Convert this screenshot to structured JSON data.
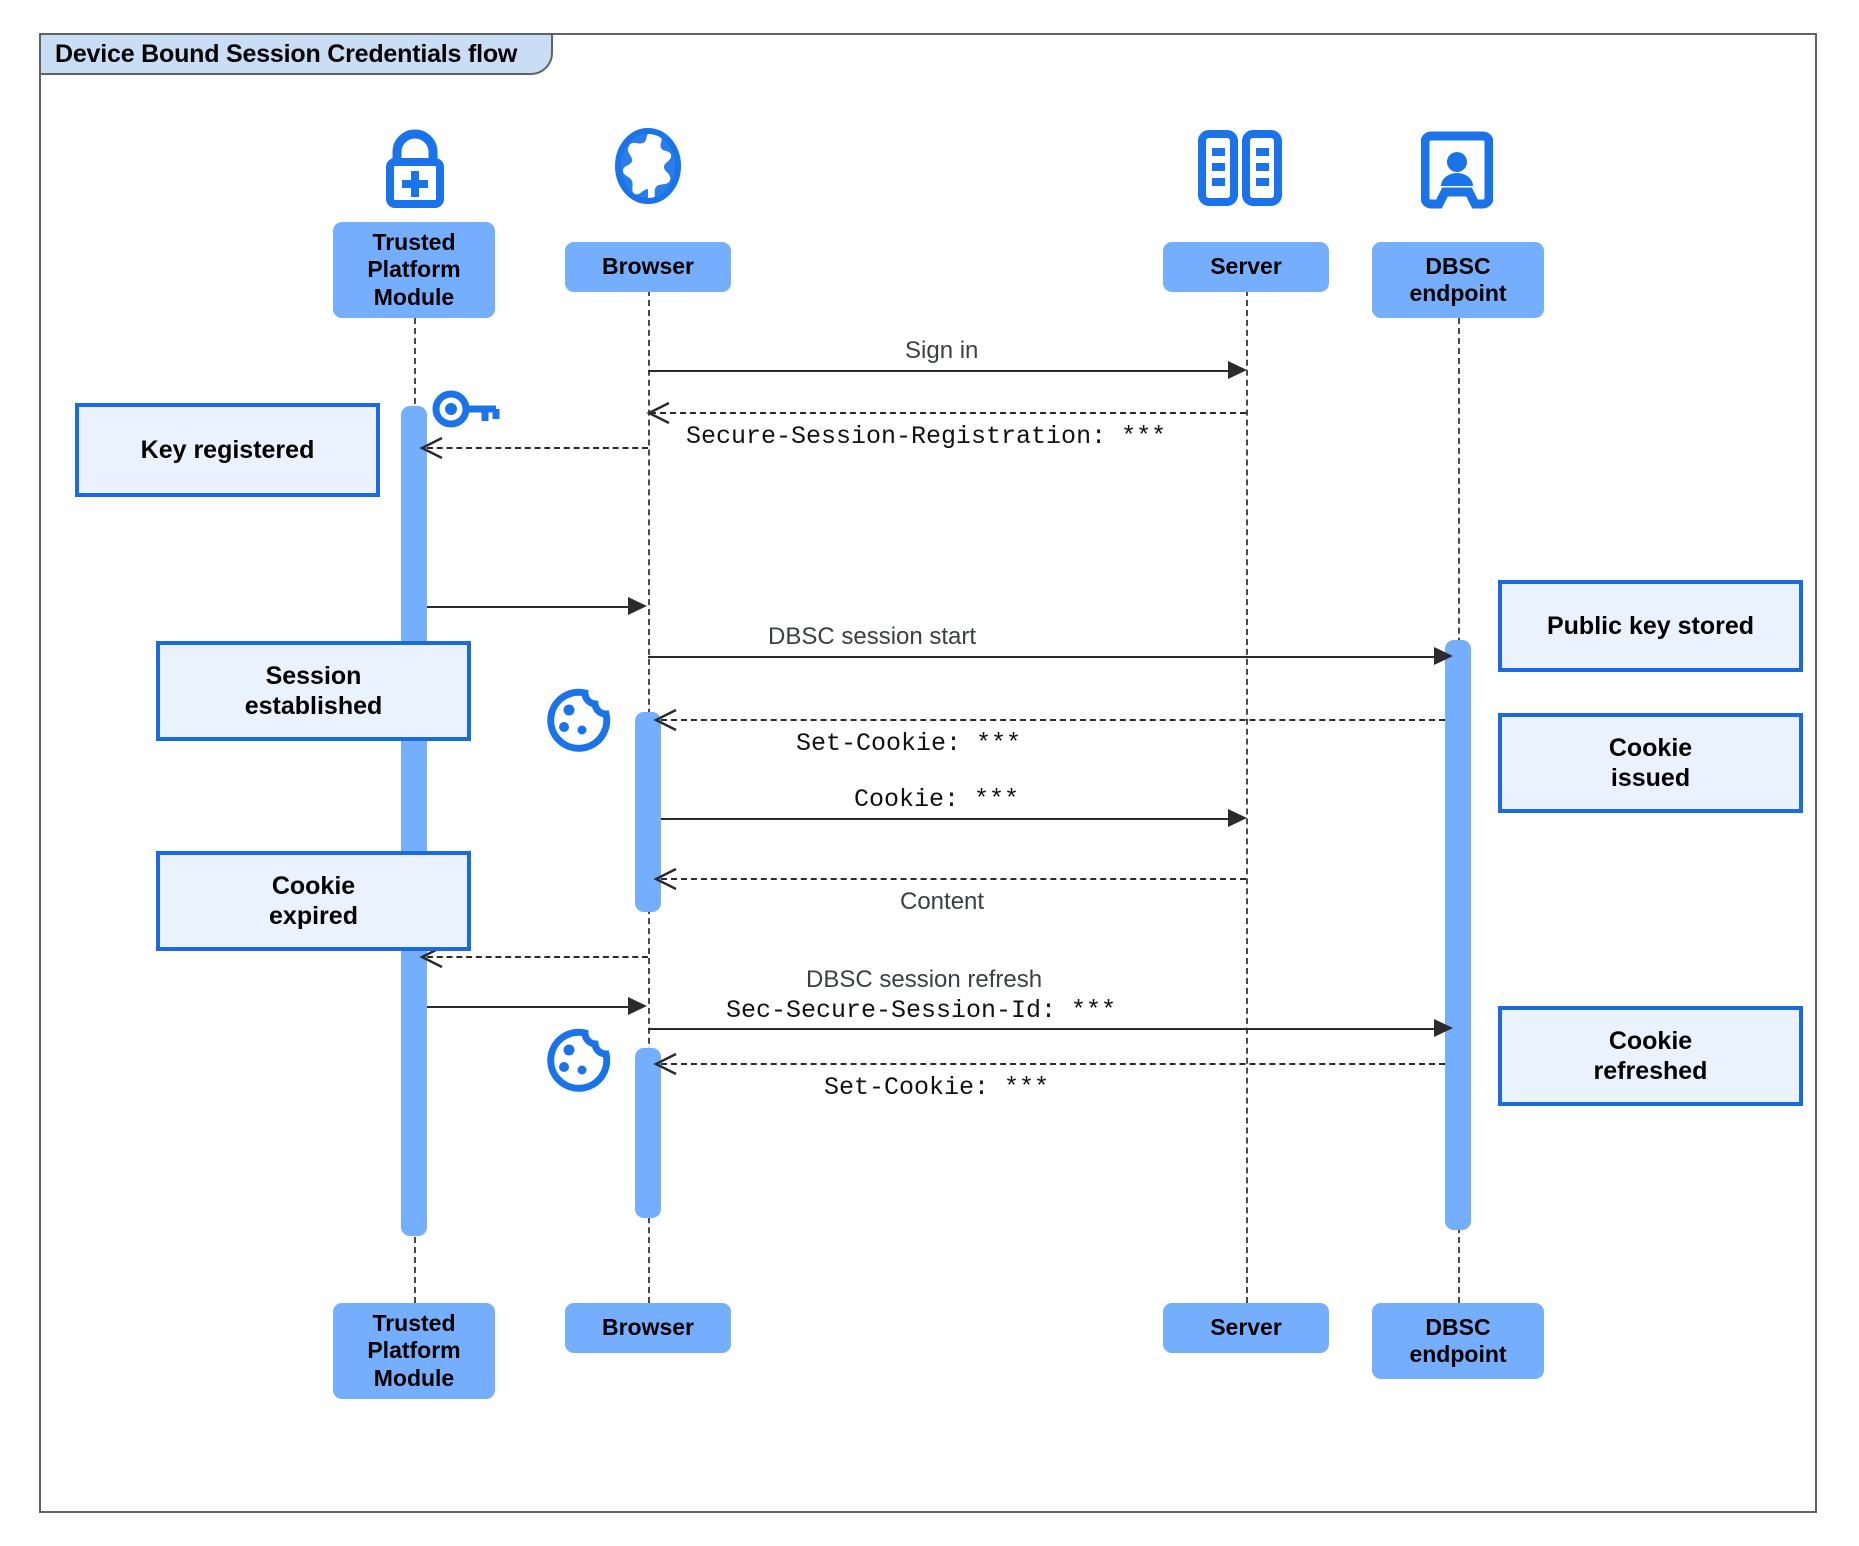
{
  "diagram": {
    "title": "Device Bound Session Credentials flow",
    "type": "uml-sequence-diagram",
    "colors": {
      "participant_fill": "#74aefc",
      "note_fill": "#eaf2fd",
      "note_border": "#1b6ae0",
      "icon_blue": "#1a73e8",
      "title_tab_fill": "#c9ddf5",
      "frame_border": "#5f6368",
      "line": "#2b2b2b"
    }
  },
  "participants": [
    {
      "id": "tpm",
      "label": "Trusted\nPlatform\nModule",
      "icon": "padlock-plus-icon"
    },
    {
      "id": "browser",
      "label": "Browser",
      "icon": "globe-icon"
    },
    {
      "id": "server",
      "label": "Server",
      "icon": "server-rack-icon"
    },
    {
      "id": "dbsc",
      "label": "DBSC\nendpoint",
      "icon": "id-badge-person-icon"
    }
  ],
  "participants_footer": [
    {
      "id": "tpm",
      "label": "Trusted\nPlatform\nModule"
    },
    {
      "id": "browser",
      "label": "Browser"
    },
    {
      "id": "server",
      "label": "Server"
    },
    {
      "id": "dbsc",
      "label": "DBSC\nendpoint"
    }
  ],
  "messages": [
    {
      "id": "m1",
      "from": "browser",
      "to": "server",
      "label": "Sign in",
      "style": "solid",
      "font": "sans"
    },
    {
      "id": "m2",
      "from": "server",
      "to": "browser",
      "label": "Secure-Session-Registration: ***",
      "style": "dashed",
      "font": "mono"
    },
    {
      "id": "m3",
      "from": "browser",
      "to": "tpm",
      "label": "",
      "style": "dashed",
      "font": "sans"
    },
    {
      "id": "m4",
      "from": "tpm",
      "to": "browser",
      "label": "",
      "style": "solid",
      "font": "sans"
    },
    {
      "id": "m5",
      "from": "browser",
      "to": "dbsc",
      "label": "DBSC session start",
      "style": "solid",
      "font": "sans"
    },
    {
      "id": "m6",
      "from": "dbsc",
      "to": "browser",
      "label": "Set-Cookie: ***",
      "style": "dashed",
      "font": "mono"
    },
    {
      "id": "m7",
      "from": "browser",
      "to": "server",
      "label": "Cookie: ***",
      "style": "solid",
      "font": "mono"
    },
    {
      "id": "m8",
      "from": "server",
      "to": "browser",
      "label": "Content",
      "style": "dashed",
      "font": "sans"
    },
    {
      "id": "m9",
      "from": "browser",
      "to": "tpm",
      "label": "",
      "style": "dashed",
      "font": "sans"
    },
    {
      "id": "m10",
      "from": "tpm",
      "to": "browser",
      "label": "",
      "style": "solid",
      "font": "sans"
    },
    {
      "id": "m11",
      "from": "browser",
      "to": "dbsc",
      "label": "DBSC session refresh",
      "label2": "Sec-Secure-Session-Id: ***",
      "style": "solid",
      "font": "sans"
    },
    {
      "id": "m12",
      "from": "dbsc",
      "to": "browser",
      "label": "Set-Cookie: ***",
      "style": "dashed",
      "font": "mono"
    }
  ],
  "notes_left": [
    {
      "id": "n1",
      "text": "Key registered"
    },
    {
      "id": "n2",
      "text": "Session\nestablished"
    },
    {
      "id": "n3",
      "text": "Cookie\nexpired"
    }
  ],
  "notes_right": [
    {
      "id": "n4",
      "text": "Public key stored"
    },
    {
      "id": "n5",
      "text": "Cookie\nissued"
    },
    {
      "id": "n6",
      "text": "Cookie\nrefreshed"
    }
  ],
  "inline_icons": [
    {
      "id": "key1",
      "name": "key-icon",
      "near": "tpm"
    },
    {
      "id": "cookie1",
      "name": "cookie-icon",
      "near": "browser"
    },
    {
      "id": "cookie2",
      "name": "cookie-icon",
      "near": "browser"
    }
  ],
  "labels": {
    "m1": "Sign in",
    "m2": "Secure-Session-Registration: ***",
    "m5": "DBSC session start",
    "m6": "Set-Cookie: ***",
    "m7": "Cookie: ***",
    "m8": "Content",
    "m11a": "DBSC session refresh",
    "m11b": "Sec-Secure-Session-Id: ***",
    "m12": "Set-Cookie: ***"
  }
}
